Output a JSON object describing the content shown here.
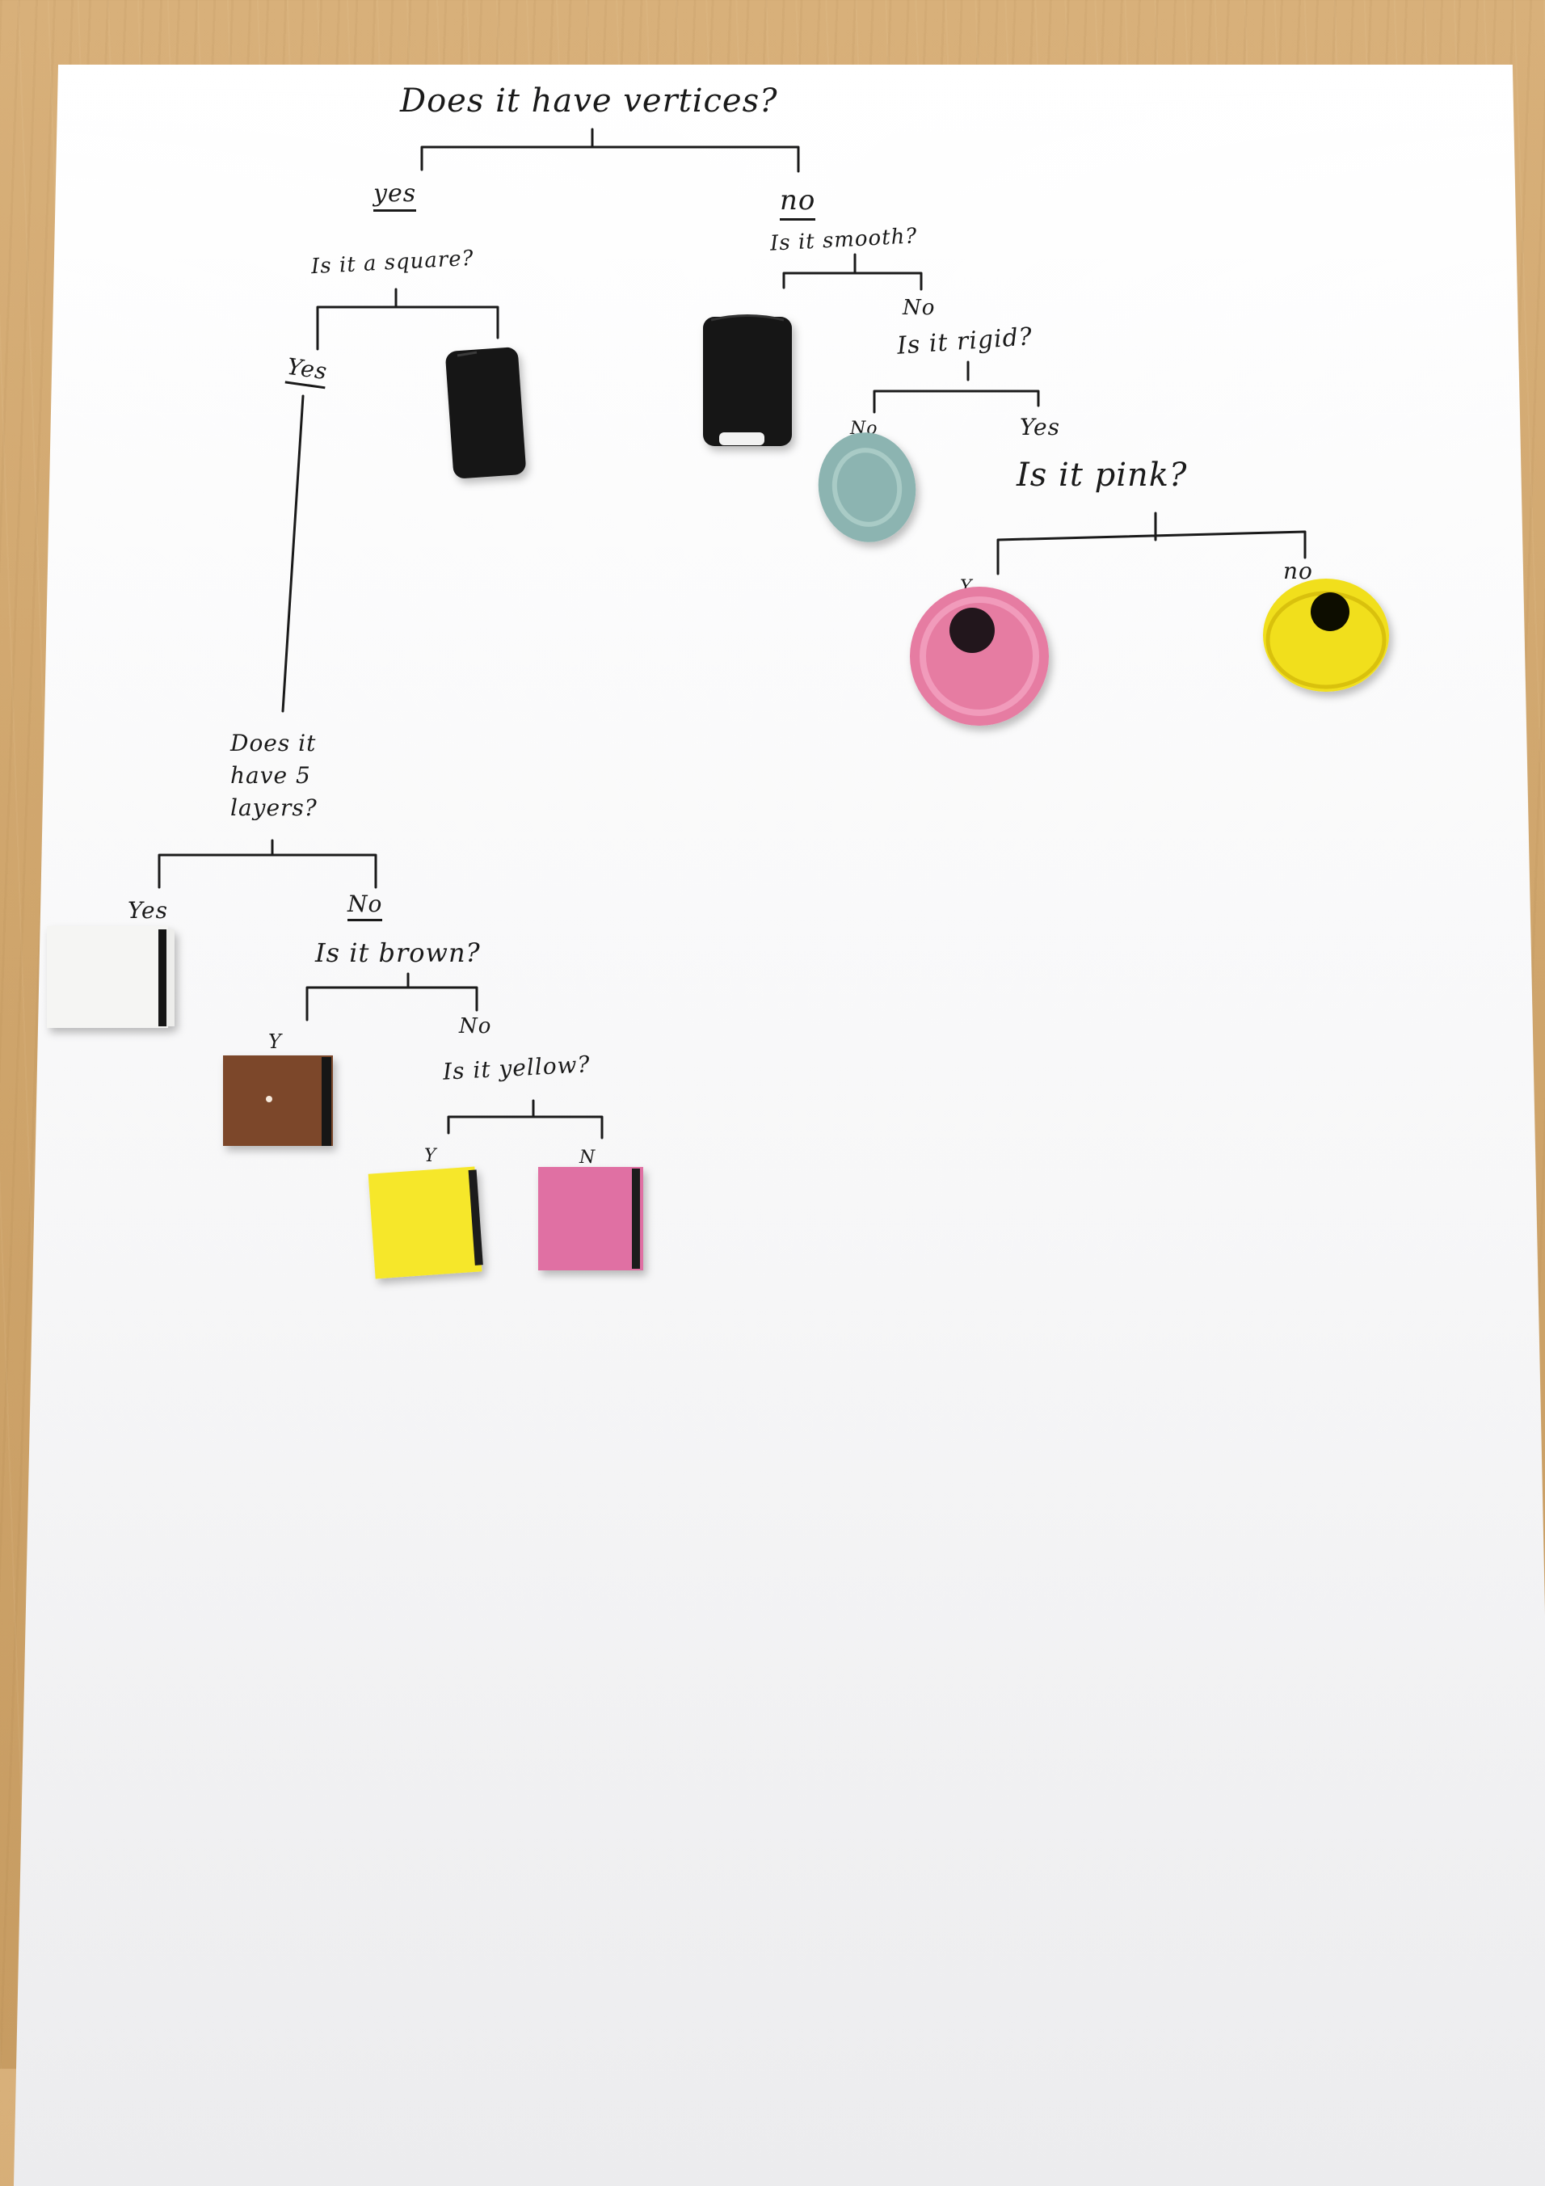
{
  "tree": {
    "root_question": "Does it have vertices?",
    "yes_branch": {
      "label": "yes",
      "question": "Is it a square?",
      "yes_label": "Yes",
      "square_question": "Does it have 5 layers?",
      "layers_yes": "Yes",
      "layers_no": "No",
      "brown_question": "Is it brown?",
      "brown_yes": "Y",
      "brown_no": "No",
      "yellow_question": "Is it yellow?",
      "yellow_yes": "Y",
      "yellow_no": "N"
    },
    "no_branch": {
      "label": "no",
      "question": "Is it smooth?",
      "smooth_no": "No",
      "rigid_question": "Is it rigid?",
      "rigid_no": "No",
      "rigid_yes": "Yes",
      "pink_question": "Is it pink?",
      "pink_yes": "Y",
      "pink_no": "no"
    }
  },
  "sweets": [
    {
      "id": "black-rectangle-yes",
      "color": "#151515"
    },
    {
      "id": "black-cylinder-smooth",
      "color": "#151515"
    },
    {
      "id": "blue-nonpareil",
      "color": "#8fb8b4"
    },
    {
      "id": "pink-bertie",
      "color": "#e47aa0"
    },
    {
      "id": "yellow-bertie",
      "color": "#f1df1e"
    },
    {
      "id": "white-5-layer",
      "color": "#f6f6f4"
    },
    {
      "id": "brown-square",
      "color": "#7a4528"
    },
    {
      "id": "yellow-square",
      "color": "#f7e829"
    },
    {
      "id": "pink-square",
      "color": "#e06ea2"
    }
  ]
}
